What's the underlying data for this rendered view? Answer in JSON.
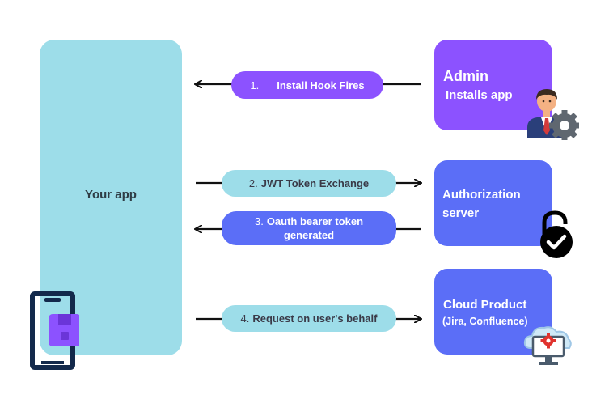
{
  "app": {
    "label": "Your app"
  },
  "admin": {
    "title": "Admin",
    "subtitle": "Installs app"
  },
  "auth_server": {
    "line1": "Authorization",
    "line2": "server"
  },
  "cloud_product": {
    "line1": "Cloud Product",
    "line2": "(Jira, Confluence)"
  },
  "steps": [
    {
      "num": "1.",
      "text": "Install Hook Fires"
    },
    {
      "num": "2.",
      "text": "JWT Token Exchange"
    },
    {
      "num": "3.",
      "text": "Oauth bearer token generated"
    },
    {
      "num": "4.",
      "text": "Request on user's behalf"
    }
  ],
  "colors": {
    "purple": "#8c52ff",
    "blue": "#5b6ef7",
    "light_blue": "#9ddde9",
    "navy": "#13294b"
  },
  "icons": [
    "phone-app-icon",
    "admin-user-gear-icon",
    "unlock-check-icon",
    "cloud-monitor-gear-icon"
  ]
}
